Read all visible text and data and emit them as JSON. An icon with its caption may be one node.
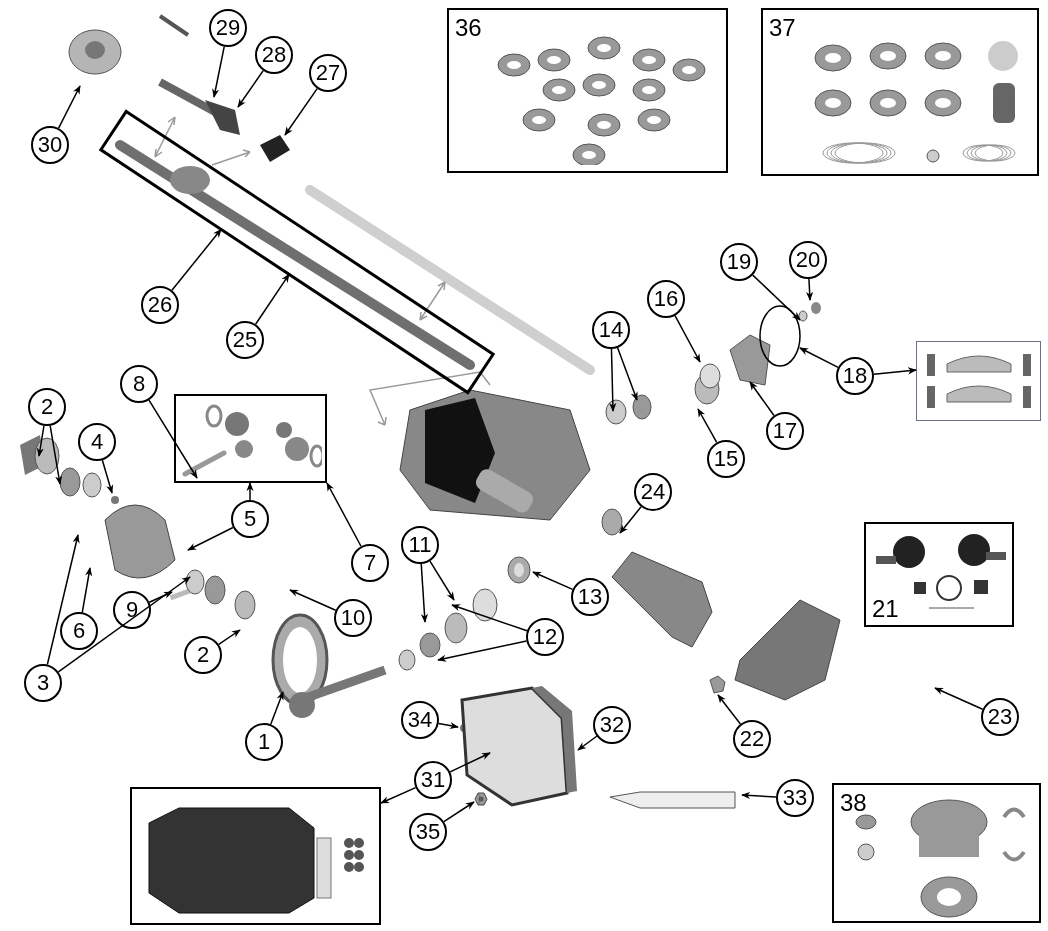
{
  "diagram": {
    "nodes": [
      {
        "text": [
          "36"
        ]
      },
      {
        "text": [
          "37"
        ]
      },
      {
        "text": [
          "29"
        ]
      },
      {
        "text": [
          "28"
        ]
      },
      {
        "text": [
          "27"
        ]
      },
      {
        "text": [
          "30"
        ]
      },
      {
        "text": [],
        "shape": "box"
      },
      {
        "text": [
          "26"
        ]
      },
      {
        "text": [
          "25"
        ]
      },
      {
        "text": [
          "19"
        ]
      },
      {
        "text": [
          "20"
        ]
      },
      {
        "text": [
          "16"
        ]
      },
      {
        "text": [
          "14"
        ]
      },
      {
        "text": [
          "18"
        ]
      },
      {
        "text": [],
        "shape": "box"
      },
      {
        "text": [
          "15"
        ]
      },
      {
        "text": [
          "17"
        ]
      },
      {
        "text": [
          "2"
        ]
      },
      {
        "text": [
          "8"
        ]
      },
      {
        "text": [
          "4"
        ]
      },
      {
        "text": [],
        "shape": "box"
      },
      {
        "text": [
          "5"
        ]
      },
      {
        "text": [
          "7"
        ]
      },
      {
        "text": [
          "24"
        ]
      },
      {
        "text": [
          "11"
        ]
      },
      {
        "text": [
          "21"
        ]
      },
      {
        "text": [
          "3"
        ]
      },
      {
        "text": [
          "6"
        ]
      },
      {
        "text": [
          "9"
        ]
      },
      {
        "text": [
          "10"
        ]
      },
      {
        "text": [
          "13"
        ]
      },
      {
        "text": [
          "12"
        ]
      },
      {
        "text": [
          "2"
        ]
      },
      {
        "text": [
          "1"
        ]
      },
      {
        "text": [
          "34"
        ]
      },
      {
        "text": [
          "32"
        ]
      },
      {
        "text": [
          "22"
        ]
      },
      {
        "text": [
          "23"
        ]
      },
      {
        "text": [
          "31"
        ]
      },
      {
        "text": [],
        "shape": "box"
      },
      {
        "text": [
          "33"
        ]
      },
      {
        "text": [
          "35"
        ]
      },
      {
        "text": [
          "38"
        ]
      },
      {
        "text": [],
        "shape": "picture",
        "in": 20
      },
      {
        "text": [],
        "shape": "picture"
      },
      {
        "text": [],
        "shape": "picture"
      }
    ],
    "edges": [
      {
        "from": 2,
        "to": null,
        "arrow": "to"
      },
      {
        "from": 3,
        "to": null,
        "arrow": "to"
      },
      {
        "from": 4,
        "to": null,
        "arrow": "to"
      },
      {
        "from": 5,
        "to": null,
        "arrow": "to"
      },
      {
        "from": 7,
        "to": 6,
        "arrow": "to"
      },
      {
        "from": 8,
        "to": 6,
        "arrow": "to"
      },
      {
        "from": 9,
        "to": null,
        "arrow": "to"
      },
      {
        "from": 10,
        "to": null,
        "arrow": "to"
      },
      {
        "from": 11,
        "to": null,
        "arrow": "to"
      },
      {
        "from": 12,
        "to": null,
        "arrow": "to"
      },
      {
        "from": 12,
        "to": null,
        "arrow": "to"
      },
      {
        "from": 13,
        "to": null,
        "arrow": "to"
      },
      {
        "from": 13,
        "to": 14,
        "arrow": "to"
      },
      {
        "from": 15,
        "to": null,
        "arrow": "to"
      },
      {
        "from": 16,
        "to": null,
        "arrow": "to"
      },
      {
        "from": 17,
        "to": null,
        "arrow": "to"
      },
      {
        "from": 17,
        "to": null,
        "arrow": "to"
      },
      {
        "from": 18,
        "to": 43,
        "arrow": "to"
      },
      {
        "from": 19,
        "to": null,
        "arrow": "to"
      },
      {
        "from": 21,
        "to": null,
        "arrow": "to"
      },
      {
        "from": 21,
        "to": 20,
        "arrow": "to"
      },
      {
        "from": 22,
        "to": 20,
        "arrow": "to"
      },
      {
        "from": 23,
        "to": null,
        "arrow": "to"
      },
      {
        "from": 24,
        "to": null,
        "arrow": "to"
      },
      {
        "from": 24,
        "to": null,
        "arrow": "to"
      },
      {
        "from": 26,
        "to": null,
        "arrow": "to"
      },
      {
        "from": 26,
        "to": null,
        "arrow": "to"
      },
      {
        "from": 27,
        "to": null,
        "arrow": "to"
      },
      {
        "from": 28,
        "to": null,
        "arrow": "to"
      },
      {
        "from": 29,
        "to": null,
        "arrow": "to"
      },
      {
        "from": 30,
        "to": 44,
        "arrow": "to"
      },
      {
        "from": 31,
        "to": null,
        "arrow": "to"
      },
      {
        "from": 31,
        "to": null,
        "arrow": "to"
      },
      {
        "from": 32,
        "to": null,
        "arrow": "to"
      },
      {
        "from": 33,
        "to": null,
        "arrow": "to"
      },
      {
        "from": 34,
        "to": null,
        "arrow": "to"
      },
      {
        "from": 35,
        "to": null,
        "arrow": "to"
      },
      {
        "from": 36,
        "to": null,
        "arrow": "to"
      },
      {
        "from": 37,
        "to": null,
        "arrow": "to"
      },
      {
        "from": 38,
        "to": null,
        "arrow": "to"
      },
      {
        "from": 38,
        "to": 39,
        "arrow": "to"
      },
      {
        "from": 40,
        "to": null,
        "arrow": "to"
      },
      {
        "from": 41,
        "to": 45,
        "arrow": "to"
      }
    ]
  }
}
